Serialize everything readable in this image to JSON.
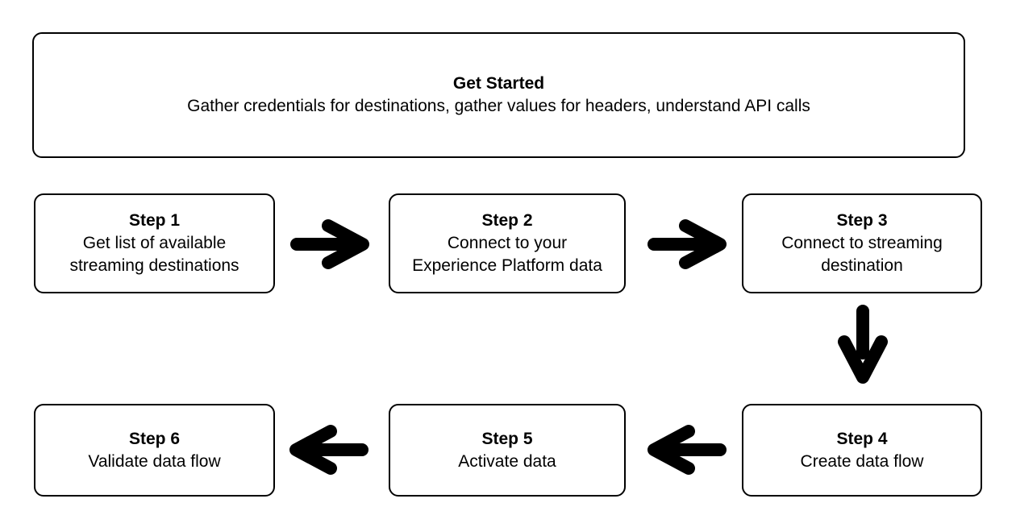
{
  "colors": {
    "ink": "#000000",
    "background": "#ffffff"
  },
  "header_box": {
    "title": "Get Started",
    "subtitle": "Gather credentials for destinations, gather values for headers, understand API calls"
  },
  "steps": [
    {
      "id": "step-1",
      "title": "Step 1",
      "description": "Get list of available\nstreaming destinations"
    },
    {
      "id": "step-2",
      "title": "Step 2",
      "description": "Connect to your\nExperience Platform data"
    },
    {
      "id": "step-3",
      "title": "Step 3",
      "description": "Connect to streaming\ndestination"
    },
    {
      "id": "step-4",
      "title": "Step 4",
      "description": "Create data flow"
    },
    {
      "id": "step-5",
      "title": "Step 5",
      "description": "Activate data"
    },
    {
      "id": "step-6",
      "title": "Step 6",
      "description": "Validate data flow"
    }
  ],
  "arrows": [
    {
      "from": "step-1",
      "to": "step-2",
      "direction": "right"
    },
    {
      "from": "step-2",
      "to": "step-3",
      "direction": "right"
    },
    {
      "from": "step-3",
      "to": "step-4",
      "direction": "down"
    },
    {
      "from": "step-4",
      "to": "step-5",
      "direction": "left"
    },
    {
      "from": "step-5",
      "to": "step-6",
      "direction": "left"
    }
  ]
}
